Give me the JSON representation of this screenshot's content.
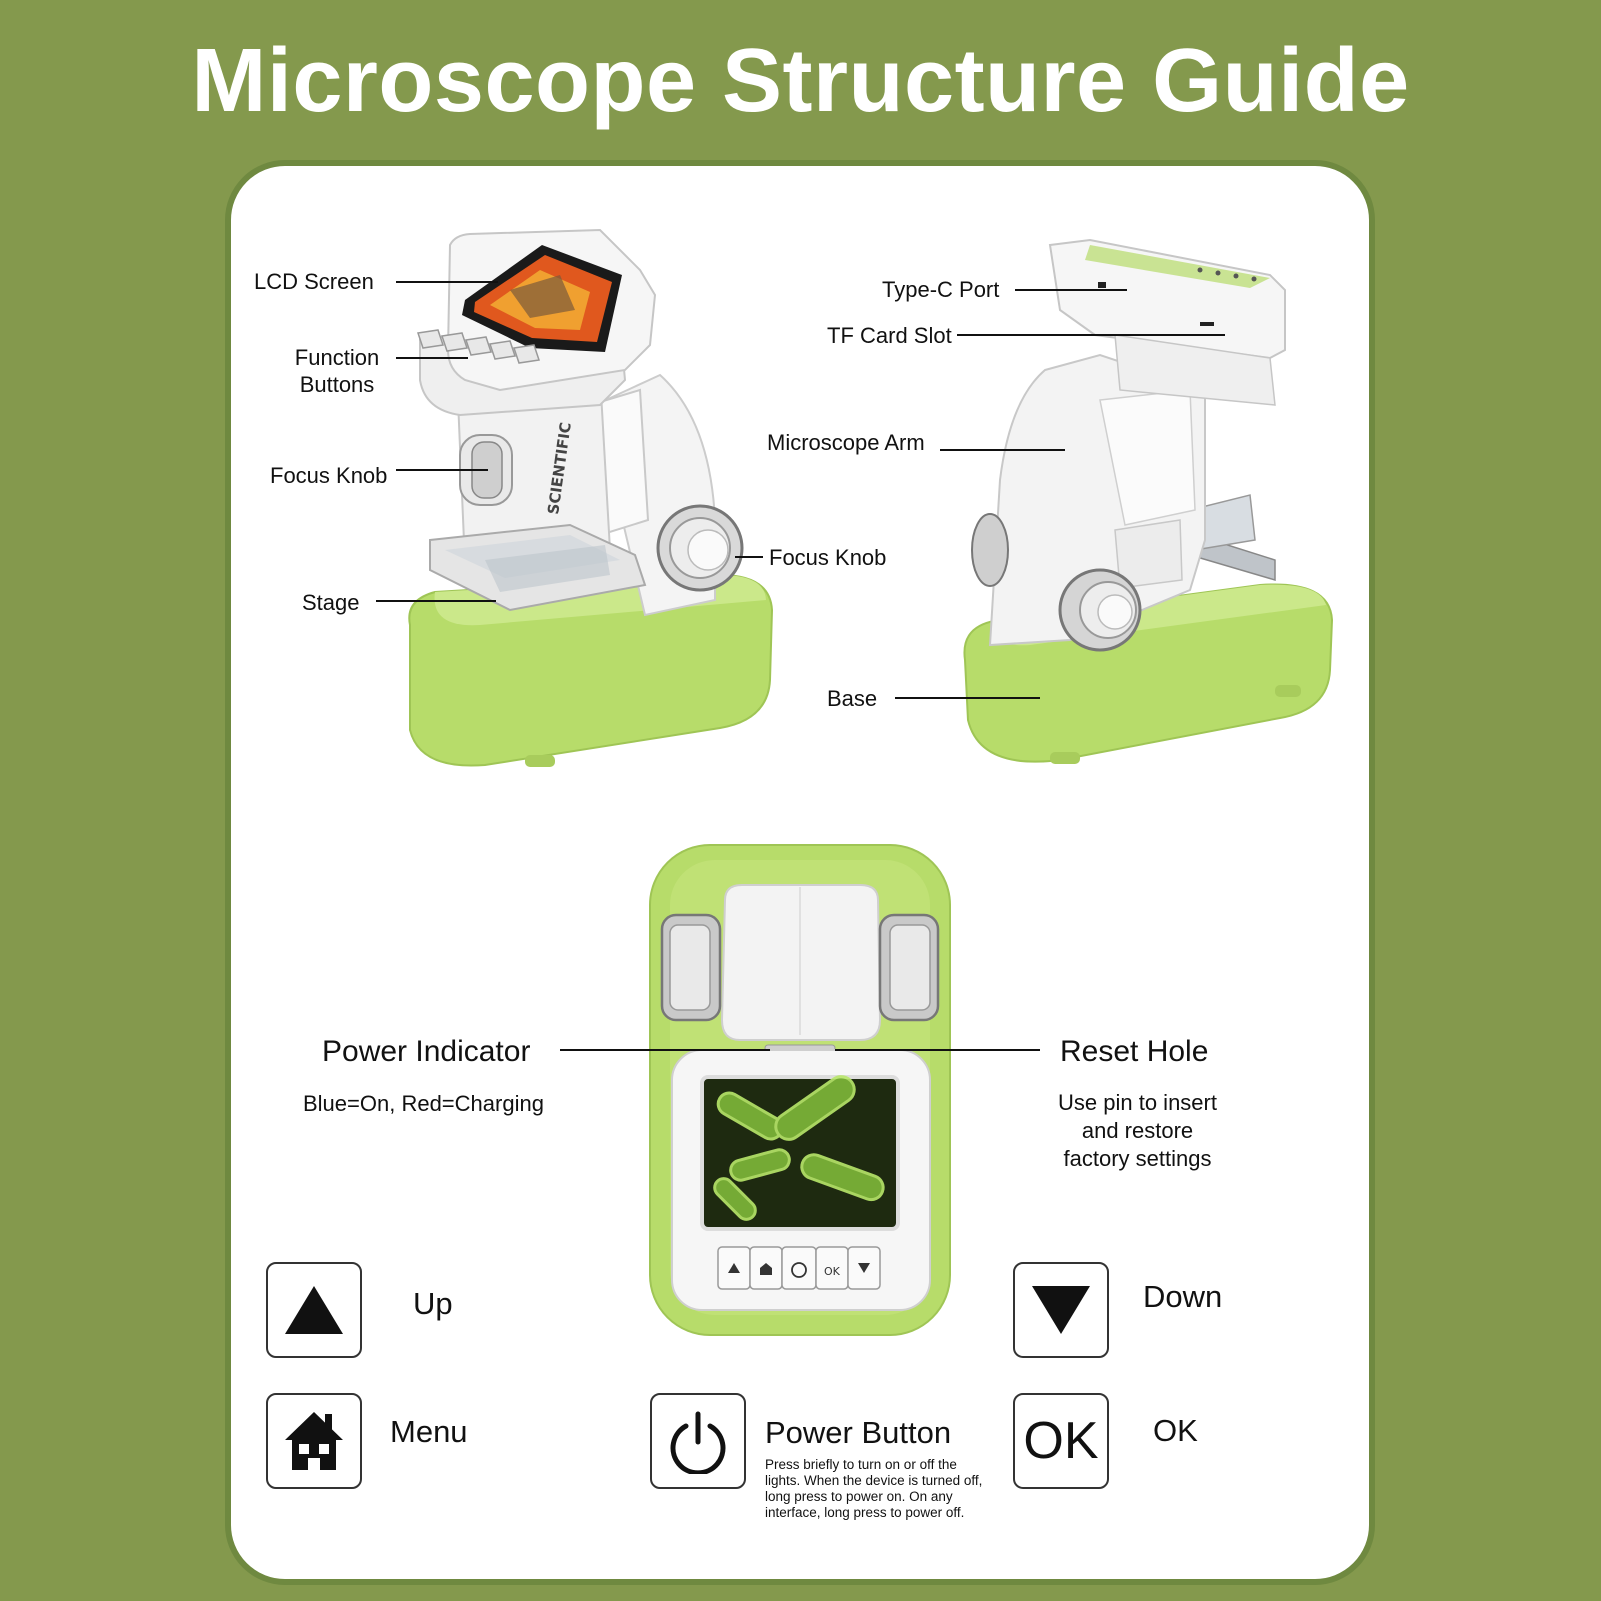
{
  "title": "Microscope Structure Guide",
  "colors": {
    "background": "#84994d",
    "panel": "#ffffff",
    "base_green": "#b7dc6a",
    "body_white": "#f2f2f2"
  },
  "left_view_labels": {
    "lcd_screen": "LCD Screen",
    "function_buttons": [
      "Function",
      "Buttons"
    ],
    "focus_knob_left": "Focus Knob",
    "stage": "Stage",
    "focus_knob_right": "Focus Knob"
  },
  "right_view_labels": {
    "type_c_port": "Type-C Port",
    "tf_card_slot": "TF Card Slot",
    "microscope_arm": "Microscope Arm",
    "base": "Base"
  },
  "top_view": {
    "power_indicator": {
      "title": "Power Indicator",
      "desc": "Blue=On, Red=Charging"
    },
    "reset_hole": {
      "title": "Reset Hole",
      "desc": [
        "Use pin to insert",
        "and restore",
        "factory settings"
      ]
    }
  },
  "keys": {
    "up": {
      "icon": "triangle-up-icon",
      "label": "Up"
    },
    "down": {
      "icon": "triangle-down-icon",
      "label": "Down"
    },
    "menu": {
      "icon": "house-icon",
      "label": "Menu"
    },
    "power": {
      "icon": "power-icon",
      "label": "Power Button",
      "desc": "Press briefly to turn on or off the lights. When the device is turned off, long press to power on. On any interface, long press to power off."
    },
    "ok": {
      "icon": "ok-icon",
      "icon_text": "OK",
      "label": "OK"
    }
  }
}
